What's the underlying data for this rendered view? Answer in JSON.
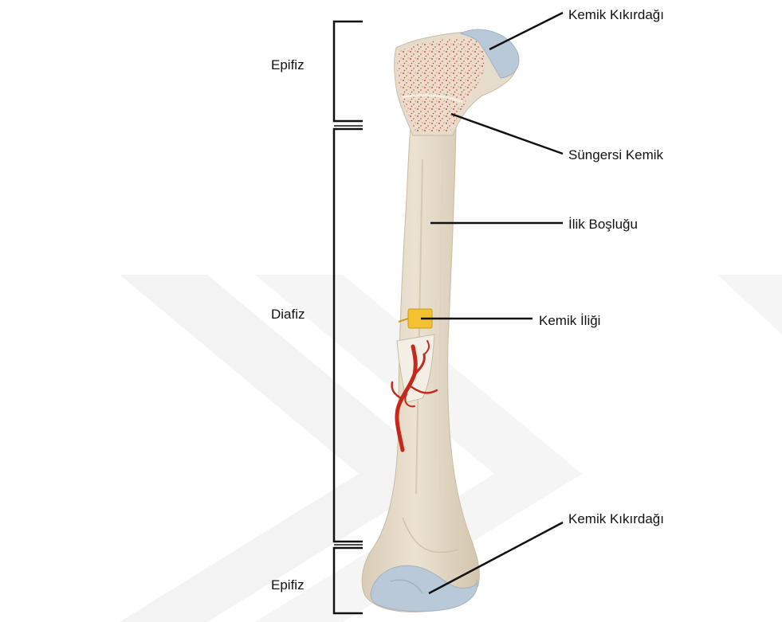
{
  "diagram": {
    "regions": {
      "top": "Epifiz",
      "middle": "Diafiz",
      "bottom": "Epifiz"
    },
    "callouts": {
      "cartilage_top": "Kemik Kıkırdağı",
      "spongy_bone": "Süngersi Kemik",
      "marrow_cavity": "İlik Boşluğu",
      "bone_marrow": "Kemik İliği",
      "cartilage_bottom": "Kemik Kıkırdağı"
    },
    "colors": {
      "bone": "#e6dccb",
      "bone_shadow": "#cdbfa7",
      "cartilage": "#b9c9d8",
      "spongy_dots": "#b9564a",
      "marrow": "#f2c230",
      "vessel": "#c42a1c",
      "watermark": "#f3f3f3"
    }
  }
}
